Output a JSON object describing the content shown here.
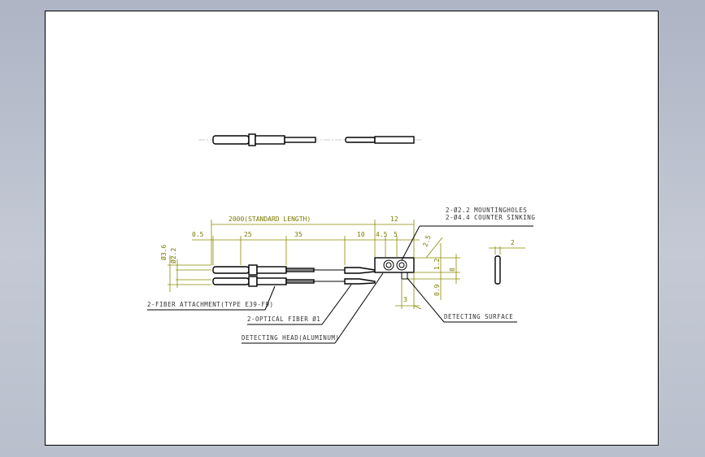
{
  "drawing": {
    "dimensions": {
      "standard_length": "2000(STANDARD LENGTH)",
      "d_0_5": "0.5",
      "d_25": "25",
      "d_35": "35",
      "d_10": "10",
      "d_4_5": "4.5",
      "d_5": "5",
      "d_12": "12",
      "d_3_6": "Ø3.6",
      "d_2_2": "Ø2.2",
      "d_2_5": "2.5",
      "d_1_2": "1.2",
      "d_8": "8",
      "d_0_9": "0.9",
      "d_3": "3",
      "d_2": "2"
    },
    "notes": {
      "mounting_holes": "2-Ø2.2 MOUNTINGHOLES",
      "counter_sinking": "2-Ø4.4 COUNTER SINKING",
      "fiber_attachment": "2-FIBER ATTACHMENT(TYPE E39-F9)",
      "optical_fiber": "2-OPTICAL FIBER Ø1",
      "detecting_surface": "DETECTING SURFACE",
      "detecting_head": "DETECTING HEAD(ALUMINUM)"
    },
    "colors": {
      "dimension": "#7a7a00",
      "object": "#000000",
      "background": "#aeb4c4"
    }
  }
}
